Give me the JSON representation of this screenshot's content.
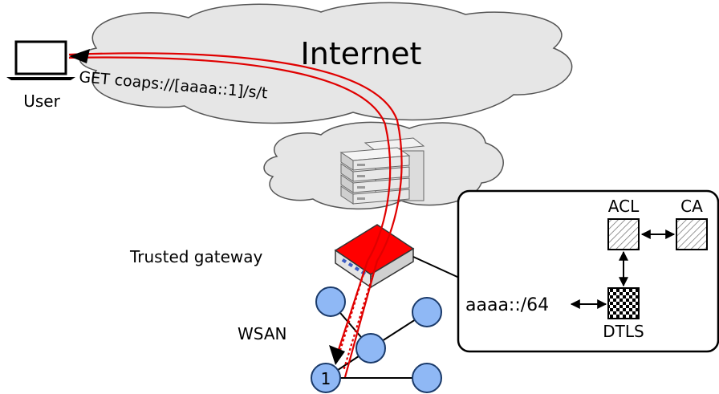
{
  "labels": {
    "internet": "Internet",
    "user": "User",
    "request": "GET coaps://[aaaa::1]/s/t",
    "gateway": "Trusted gateway",
    "wsan": "WSAN",
    "node1": "1",
    "acl": "ACL",
    "ca": "CA",
    "prefix": "aaaa::/64",
    "dtls": "DTLS"
  },
  "colors": {
    "cloud_fill": "#e6e6e6",
    "cloud_stroke": "#555555",
    "path_red": "#e00000",
    "gateway_top": "#ff0000",
    "node_fill": "#8fb8f5",
    "node_stroke": "#1a3a6a"
  },
  "icons": {
    "user": "laptop-icon",
    "servers": "server-stack-icon",
    "gateway": "gateway-router-icon"
  }
}
